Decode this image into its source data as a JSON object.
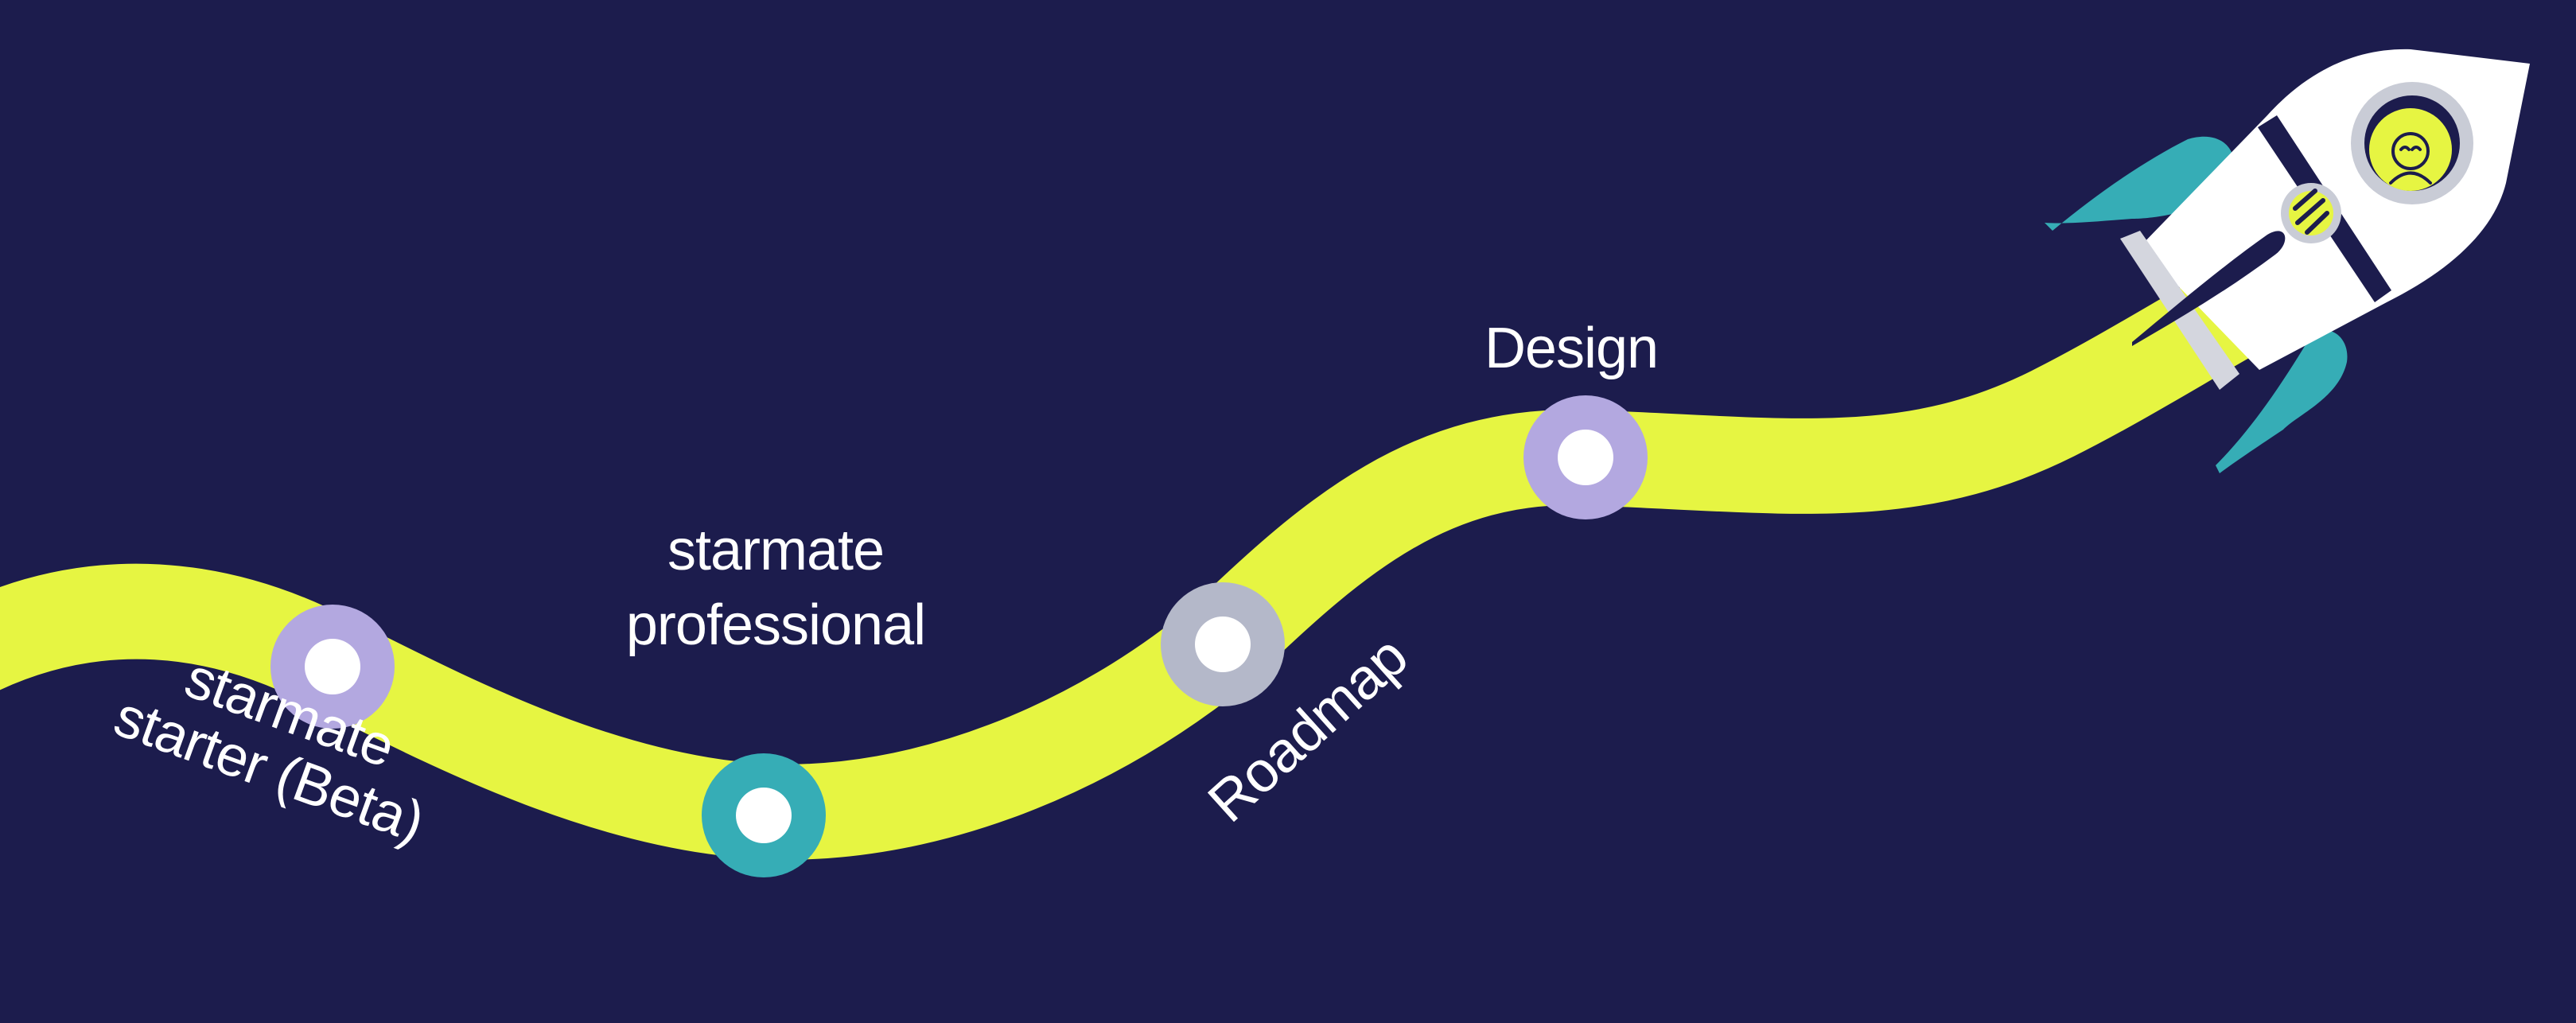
{
  "colors": {
    "background": "#1c1c4d",
    "path": "#e6f542",
    "purple": "#b3a8e0",
    "teal": "#36adb6",
    "gray": "#b4b8c9",
    "white": "#ffffff",
    "rocket_dark": "#1c1c4d"
  },
  "milestones": [
    {
      "id": "starter",
      "label_lines": [
        "starmate",
        "starter (Beta)"
      ],
      "ring_color": "purple"
    },
    {
      "id": "professional",
      "label_lines": [
        "starmate",
        "professional"
      ],
      "ring_color": "teal"
    },
    {
      "id": "roadmap",
      "label_lines": [
        "Roadmap"
      ],
      "ring_color": "gray"
    },
    {
      "id": "design",
      "label_lines": [
        "Design"
      ],
      "ring_color": "purple"
    }
  ],
  "rocket": {
    "icon": "rocket-icon",
    "passenger_icon": "astronaut-smile-icon"
  }
}
